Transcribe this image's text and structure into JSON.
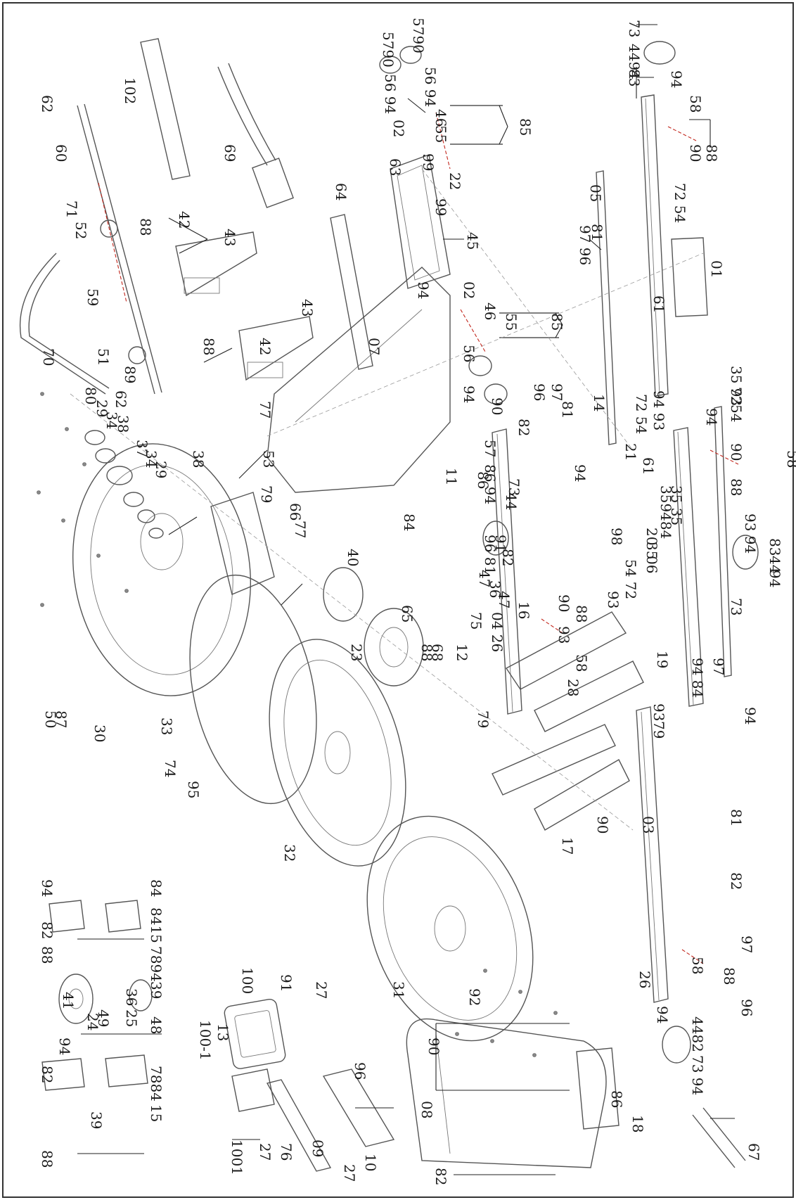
{
  "diagram": {
    "labels": [
      {
        "id": "l73a",
        "text": "73"
      },
      {
        "id": "l4494",
        "text": "4494"
      },
      {
        "id": "l83a",
        "text": "83"
      },
      {
        "id": "l94a",
        "text": "94"
      },
      {
        "id": "l58a",
        "text": "58"
      },
      {
        "id": "l90a",
        "text": "90"
      },
      {
        "id": "l88a",
        "text": "88"
      },
      {
        "id": "l05",
        "text": "05"
      },
      {
        "id": "l7254a",
        "text": "72 54"
      },
      {
        "id": "l01",
        "text": "01"
      },
      {
        "id": "l61a",
        "text": "61"
      },
      {
        "id": "l9796a",
        "text": "97 96"
      },
      {
        "id": "l81a",
        "text": "81"
      },
      {
        "id": "l5790a",
        "text": "5790"
      },
      {
        "id": "l5790b",
        "text": "5790"
      },
      {
        "id": "l5694a",
        "text": "56 94"
      },
      {
        "id": "l5694b",
        "text": "56 94"
      },
      {
        "id": "l02a",
        "text": "02"
      },
      {
        "id": "l46a",
        "text": "46"
      },
      {
        "id": "l55a",
        "text": "55"
      },
      {
        "id": "l85a",
        "text": "85"
      },
      {
        "id": "l63",
        "text": "63"
      },
      {
        "id": "l99a",
        "text": "99"
      },
      {
        "id": "l22",
        "text": "22"
      },
      {
        "id": "l99b",
        "text": "99"
      },
      {
        "id": "l45",
        "text": "45"
      },
      {
        "id": "l94b",
        "text": "94"
      },
      {
        "id": "l02b",
        "text": "02"
      },
      {
        "id": "l46b",
        "text": "46"
      },
      {
        "id": "l55b",
        "text": "55"
      },
      {
        "id": "l85b",
        "text": "85"
      },
      {
        "id": "l102",
        "text": "102"
      },
      {
        "id": "l69",
        "text": "69"
      },
      {
        "id": "l64",
        "text": "64"
      },
      {
        "id": "l62a",
        "text": "62"
      },
      {
        "id": "l60",
        "text": "60"
      },
      {
        "id": "l71",
        "text": "71"
      },
      {
        "id": "l52",
        "text": "52"
      },
      {
        "id": "l59",
        "text": "59"
      },
      {
        "id": "l51",
        "text": "51"
      },
      {
        "id": "l89",
        "text": "89"
      },
      {
        "id": "l62b",
        "text": "62"
      },
      {
        "id": "l70",
        "text": "70"
      },
      {
        "id": "l88b",
        "text": "88"
      },
      {
        "id": "l42a",
        "text": "42"
      },
      {
        "id": "l43a",
        "text": "43"
      },
      {
        "id": "l88c",
        "text": "88"
      },
      {
        "id": "l42b",
        "text": "42"
      },
      {
        "id": "l43b",
        "text": "43"
      },
      {
        "id": "l07",
        "text": "07"
      },
      {
        "id": "l56",
        "text": "56"
      },
      {
        "id": "l94c",
        "text": "94"
      },
      {
        "id": "l90b",
        "text": "90"
      },
      {
        "id": "l57",
        "text": "57"
      },
      {
        "id": "l96a",
        "text": "96"
      },
      {
        "id": "l97a",
        "text": "97"
      },
      {
        "id": "l81b",
        "text": "81"
      },
      {
        "id": "l82a",
        "text": "82"
      },
      {
        "id": "l94d",
        "text": "94"
      },
      {
        "id": "l11",
        "text": "11"
      },
      {
        "id": "l86a",
        "text": "86"
      },
      {
        "id": "l84a",
        "text": "84"
      },
      {
        "id": "l66",
        "text": "66"
      },
      {
        "id": "l77a",
        "text": "77"
      },
      {
        "id": "l53",
        "text": "53"
      },
      {
        "id": "l80",
        "text": "80"
      },
      {
        "id": "l29a",
        "text": "29"
      },
      {
        "id": "l34a",
        "text": "34"
      },
      {
        "id": "l38a",
        "text": "38"
      },
      {
        "id": "l37",
        "text": "37"
      },
      {
        "id": "l34b",
        "text": "34"
      },
      {
        "id": "l29b",
        "text": "29"
      },
      {
        "id": "l38b",
        "text": "38"
      },
      {
        "id": "l79a",
        "text": "79"
      },
      {
        "id": "l14",
        "text": "14"
      },
      {
        "id": "l7254b",
        "text": "72 54"
      },
      {
        "id": "l9493",
        "text": "94 93"
      },
      {
        "id": "l3593",
        "text": "35 93"
      },
      {
        "id": "l72b",
        "text": "72"
      },
      {
        "id": "l54b",
        "text": "54"
      },
      {
        "id": "l90c",
        "text": "90"
      },
      {
        "id": "l58b",
        "text": "58"
      },
      {
        "id": "l88d",
        "text": "88"
      },
      {
        "id": "l94e",
        "text": "94"
      },
      {
        "id": "l61b",
        "text": "61"
      },
      {
        "id": "l21",
        "text": "21"
      },
      {
        "id": "l359484",
        "text": "359484"
      },
      {
        "id": "l3535",
        "text": "35 35"
      },
      {
        "id": "l9394",
        "text": "93 94"
      },
      {
        "id": "l83b",
        "text": "83"
      },
      {
        "id": "l44a",
        "text": "44"
      },
      {
        "id": "l94f",
        "text": "94"
      },
      {
        "id": "l73b",
        "text": "73"
      },
      {
        "id": "l06",
        "text": "06"
      },
      {
        "id": "l5472",
        "text": "54 72"
      },
      {
        "id": "l98",
        "text": "98"
      },
      {
        "id": "l20",
        "text": "20"
      },
      {
        "id": "l35c",
        "text": "35"
      },
      {
        "id": "l93b",
        "text": "93"
      },
      {
        "id": "l19",
        "text": "19"
      },
      {
        "id": "l9484",
        "text": "94 84"
      },
      {
        "id": "l97b",
        "text": "97"
      },
      {
        "id": "l9681",
        "text": "96 81"
      },
      {
        "id": "l91a",
        "text": "91"
      },
      {
        "id": "l47a",
        "text": "47"
      },
      {
        "id": "l36a",
        "text": "36"
      },
      {
        "id": "l47b",
        "text": "47"
      },
      {
        "id": "l75",
        "text": "75"
      },
      {
        "id": "l16",
        "text": "16"
      },
      {
        "id": "l82b",
        "text": "82"
      },
      {
        "id": "l8694",
        "text": "86 94"
      },
      {
        "id": "l44b",
        "text": "44"
      },
      {
        "id": "l73c",
        "text": "73"
      },
      {
        "id": "l0426",
        "text": "04 26"
      },
      {
        "id": "l90d",
        "text": "90"
      },
      {
        "id": "l88e",
        "text": "88"
      },
      {
        "id": "l58c",
        "text": "58"
      },
      {
        "id": "l93c",
        "text": "93"
      },
      {
        "id": "l40",
        "text": "40"
      },
      {
        "id": "l77b",
        "text": "77"
      },
      {
        "id": "l50",
        "text": "50"
      },
      {
        "id": "l87",
        "text": "87"
      },
      {
        "id": "l30",
        "text": "30"
      },
      {
        "id": "l23",
        "text": "23"
      },
      {
        "id": "l65",
        "text": "65"
      },
      {
        "id": "l68",
        "text": "68"
      },
      {
        "id": "l88f",
        "text": "88"
      },
      {
        "id": "l12",
        "text": "12"
      },
      {
        "id": "l79b",
        "text": "79"
      },
      {
        "id": "l28",
        "text": "28"
      },
      {
        "id": "l93d",
        "text": "93"
      },
      {
        "id": "l79c",
        "text": "79"
      },
      {
        "id": "l94g",
        "text": "94"
      },
      {
        "id": "l33",
        "text": "33"
      },
      {
        "id": "l74",
        "text": "74"
      },
      {
        "id": "l95",
        "text": "95"
      },
      {
        "id": "l17",
        "text": "17"
      },
      {
        "id": "l90e",
        "text": "90"
      },
      {
        "id": "l03",
        "text": "03"
      },
      {
        "id": "l81c",
        "text": "81"
      },
      {
        "id": "l82c",
        "text": "82"
      },
      {
        "id": "l97c",
        "text": "97"
      },
      {
        "id": "l88g",
        "text": "88"
      },
      {
        "id": "l96b",
        "text": "96"
      },
      {
        "id": "l26",
        "text": "26"
      },
      {
        "id": "l58d",
        "text": "58"
      },
      {
        "id": "l94h",
        "text": "94"
      },
      {
        "id": "l4482",
        "text": "4482"
      },
      {
        "id": "l7394",
        "text": "73 94"
      },
      {
        "id": "l86b",
        "text": "86"
      },
      {
        "id": "l18",
        "text": "18"
      },
      {
        "id": "l67",
        "text": "67"
      },
      {
        "id": "l32",
        "text": "32"
      },
      {
        "id": "l31",
        "text": "31"
      },
      {
        "id": "l92",
        "text": "92"
      },
      {
        "id": "l90f",
        "text": "90"
      },
      {
        "id": "l08",
        "text": "08"
      },
      {
        "id": "l82d",
        "text": "82"
      },
      {
        "id": "l94i",
        "text": "94"
      },
      {
        "id": "l84b",
        "text": "84"
      },
      {
        "id": "l82e",
        "text": "82"
      },
      {
        "id": "l8415a",
        "text": "8415"
      },
      {
        "id": "l7894a",
        "text": "7894"
      },
      {
        "id": "l88h",
        "text": "88"
      },
      {
        "id": "l39a",
        "text": "39"
      },
      {
        "id": "l41",
        "text": "41"
      },
      {
        "id": "l36b",
        "text": "36"
      },
      {
        "id": "l25",
        "text": "25"
      },
      {
        "id": "l48",
        "text": "48"
      },
      {
        "id": "l24",
        "text": "24"
      },
      {
        "id": "l49",
        "text": "49"
      },
      {
        "id": "l94j",
        "text": "94"
      },
      {
        "id": "l82f",
        "text": "82"
      },
      {
        "id": "l7884",
        "text": "7884"
      },
      {
        "id": "l15",
        "text": "15"
      },
      {
        "id": "l39b",
        "text": "39"
      },
      {
        "id": "l88i",
        "text": "88"
      },
      {
        "id": "l100",
        "text": "100"
      },
      {
        "id": "l91b",
        "text": "91"
      },
      {
        "id": "l27a",
        "text": "27"
      },
      {
        "id": "l1001",
        "text": "100-1"
      },
      {
        "id": "l13",
        "text": "13"
      },
      {
        "id": "l96c",
        "text": "96"
      },
      {
        "id": "l1001b",
        "text": "1001"
      },
      {
        "id": "l27b",
        "text": "27"
      },
      {
        "id": "l76",
        "text": "76"
      },
      {
        "id": "l09",
        "text": "09"
      },
      {
        "id": "l27c",
        "text": "27"
      },
      {
        "id": "l10",
        "text": "10"
      }
    ]
  }
}
